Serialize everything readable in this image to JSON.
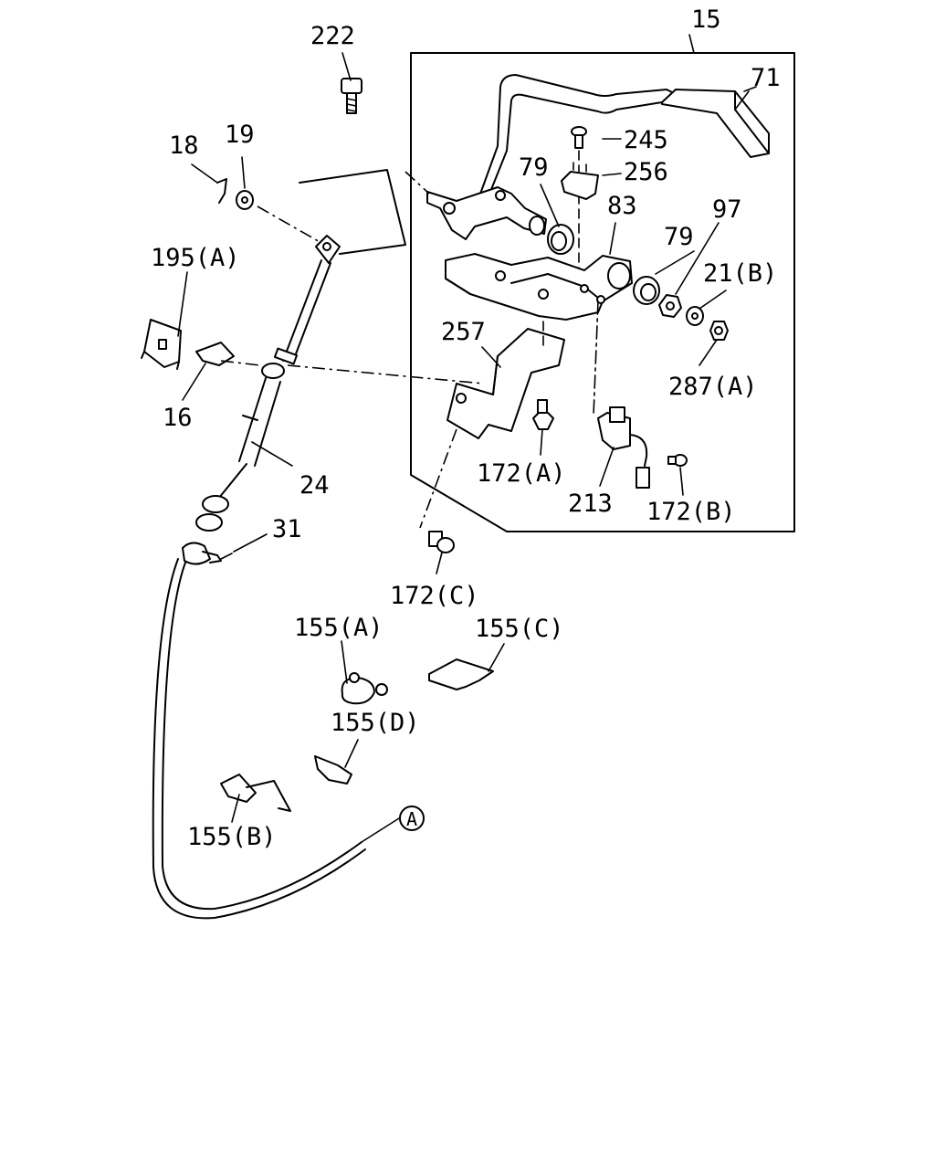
{
  "diagram": {
    "callouts": {
      "c15": "15",
      "c71": "71",
      "c222": "222",
      "c245": "245",
      "c256": "256",
      "c79a": "79",
      "c83": "83",
      "c97": "97",
      "c79b": "79",
      "c18": "18",
      "c19": "19",
      "c21b": "21(B)",
      "c195a": "195(A)",
      "c257": "257",
      "c287a": "287(A)",
      "c16": "16",
      "c24": "24",
      "c172a": "172(A)",
      "c213": "213",
      "c172b": "172(B)",
      "c31": "31",
      "c172c": "172(C)",
      "c155a": "155(A)",
      "c155c": "155(C)",
      "c155d": "155(D)",
      "c155b": "155(B)",
      "ref_a": "A"
    }
  }
}
